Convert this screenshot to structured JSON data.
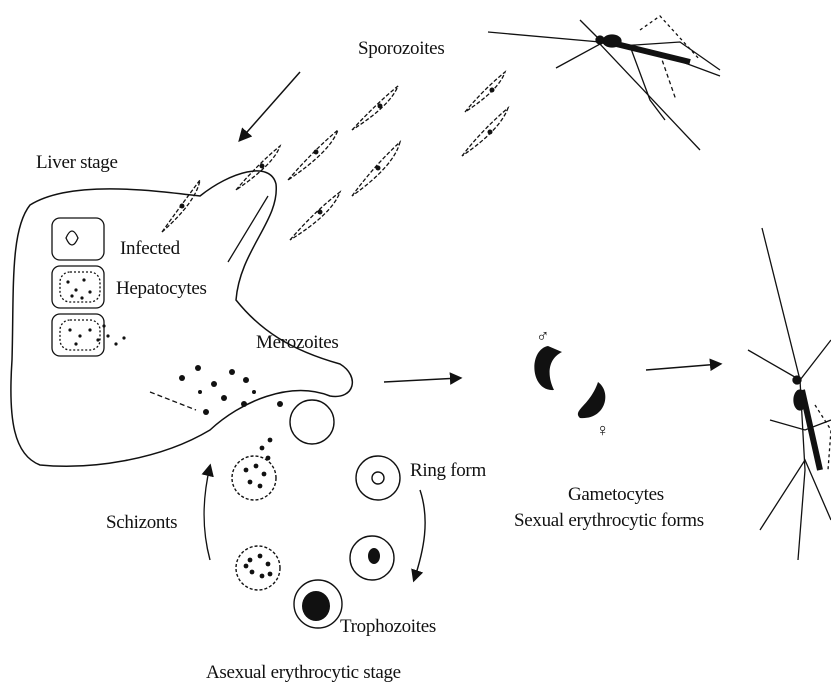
{
  "labels": {
    "sporozoites": "Sporozoites",
    "liver_stage": "Liver stage",
    "infected": "Infected",
    "hepatocytes": "Hepatocytes",
    "merozoites": "Merozoites",
    "ring_form": "Ring form",
    "schizonts": "Schizonts",
    "trophozoites": "Trophozoites",
    "asexual_stage": "Asexual erythrocytic stage",
    "gametocytes": "Gametocytes",
    "sexual_forms": "Sexual erythrocytic forms",
    "male_symbol": "♂",
    "female_symbol": "♀"
  },
  "icons": {
    "mosquito_top": "mosquito-icon",
    "mosquito_right": "mosquito-icon"
  },
  "colors": {
    "ink": "#111111",
    "background": "#ffffff"
  }
}
